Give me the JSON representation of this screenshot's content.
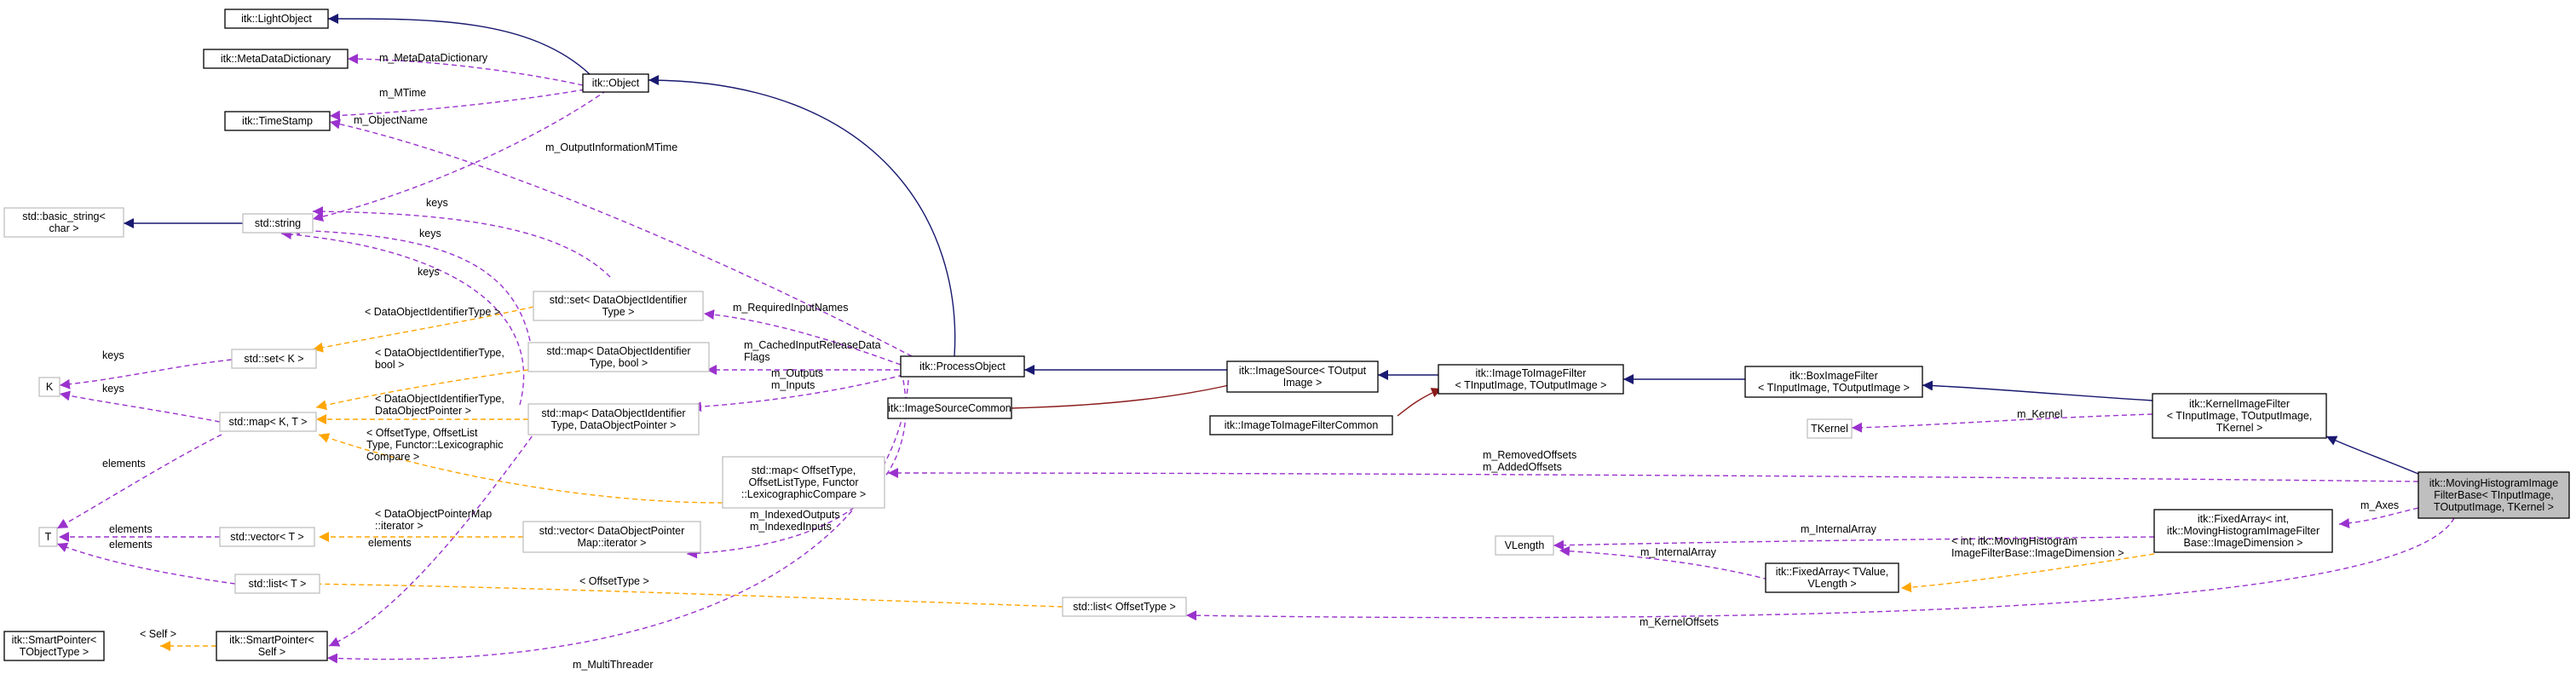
{
  "colors": {
    "inherit": "#191970",
    "usage": "#9a32cd",
    "template": "#ffa500",
    "private": "#8b1a1a",
    "node_border_solid": "#000000",
    "node_border_light": "#bfbfbf",
    "focus_fill": "#bfbfbf"
  },
  "nodes": [
    {
      "id": "lightobject",
      "lines": [
        "itk::LightObject"
      ],
      "style": "solid"
    },
    {
      "id": "metadatadict",
      "lines": [
        "itk::MetaDataDictionary"
      ],
      "style": "solid"
    },
    {
      "id": "object",
      "lines": [
        "itk::Object"
      ],
      "style": "solid"
    },
    {
      "id": "timestamp",
      "lines": [
        "itk::TimeStamp"
      ],
      "style": "solid"
    },
    {
      "id": "basicstring",
      "lines": [
        "std::basic_string<",
        "char >"
      ],
      "style": "light"
    },
    {
      "id": "string",
      "lines": [
        "std::string"
      ],
      "style": "light"
    },
    {
      "id": "K",
      "lines": [
        "K"
      ],
      "style": "light"
    },
    {
      "id": "setK",
      "lines": [
        "std::set< K >"
      ],
      "style": "light"
    },
    {
      "id": "mapKT",
      "lines": [
        "std::map< K, T >"
      ],
      "style": "light"
    },
    {
      "id": "T",
      "lines": [
        "T"
      ],
      "style": "light"
    },
    {
      "id": "vectorT",
      "lines": [
        "std::vector< T >"
      ],
      "style": "light"
    },
    {
      "id": "listT",
      "lines": [
        "std::list< T >"
      ],
      "style": "light"
    },
    {
      "id": "spObj",
      "lines": [
        "itk::SmartPointer<",
        "TObjectType >"
      ],
      "style": "solid"
    },
    {
      "id": "spSelf",
      "lines": [
        "itk::SmartPointer<",
        "Self >"
      ],
      "style": "solid"
    },
    {
      "id": "setDOI",
      "lines": [
        "std::set< DataObjectIdentifier",
        "Type >"
      ],
      "style": "light"
    },
    {
      "id": "mapDOIbool",
      "lines": [
        "std::map< DataObjectIdentifier",
        "Type, bool >"
      ],
      "style": "light"
    },
    {
      "id": "mapDOIptr",
      "lines": [
        "std::map< DataObjectIdentifier",
        "Type, DataObjectPointer >"
      ],
      "style": "light"
    },
    {
      "id": "vectorDOP",
      "lines": [
        "std::vector< DataObjectPointer",
        "Map::iterator >"
      ],
      "style": "light"
    },
    {
      "id": "mapOffset",
      "lines": [
        "std::map< OffsetType,",
        "OffsetListType, Functor",
        "::LexicographicCompare >"
      ],
      "style": "light"
    },
    {
      "id": "processobject",
      "lines": [
        "itk::ProcessObject"
      ],
      "style": "solid"
    },
    {
      "id": "imagesourcecommon",
      "lines": [
        "itk::ImageSourceCommon"
      ],
      "style": "solid"
    },
    {
      "id": "imagesource",
      "lines": [
        "itk::ImageSource< TOutput",
        "Image >"
      ],
      "style": "solid"
    },
    {
      "id": "itif",
      "lines": [
        "itk::ImageToImageFilter",
        "< TInputImage, TOutputImage >"
      ],
      "style": "solid"
    },
    {
      "id": "itifcommon",
      "lines": [
        "itk::ImageToImageFilterCommon"
      ],
      "style": "solid"
    },
    {
      "id": "boxfilter",
      "lines": [
        "itk::BoxImageFilter",
        "< TInputImage, TOutputImage >"
      ],
      "style": "solid"
    },
    {
      "id": "tkernel",
      "lines": [
        "TKernel"
      ],
      "style": "light"
    },
    {
      "id": "kernelfilter",
      "lines": [
        "itk::KernelImageFilter",
        "< TInputImage, TOutputImage,",
        "TKernel >"
      ],
      "style": "solid"
    },
    {
      "id": "movinghist",
      "lines": [
        "itk::MovingHistogramImage",
        "FilterBase< TInputImage,",
        "TOutputImage, TKernel >"
      ],
      "style": "focus"
    },
    {
      "id": "fixedarray",
      "lines": [
        "itk::FixedArray< int,",
        "itk::MovingHistogramImageFilter",
        "Base::ImageDimension >"
      ],
      "style": "solid"
    },
    {
      "id": "vlength",
      "lines": [
        "VLength"
      ],
      "style": "light"
    },
    {
      "id": "fixedarrayTV",
      "lines": [
        "itk::FixedArray< TValue,",
        "VLength >"
      ],
      "style": "solid"
    },
    {
      "id": "listOffset",
      "lines": [
        "std::list< OffsetType >"
      ],
      "style": "light"
    }
  ],
  "edge_labels": [
    {
      "id": "lbl_metadict",
      "lines": [
        "m_MetaDataDictionary"
      ]
    },
    {
      "id": "lbl_mtime",
      "lines": [
        "m_MTime"
      ]
    },
    {
      "id": "lbl_objname",
      "lines": [
        "m_ObjectName"
      ]
    },
    {
      "id": "lbl_outinfo",
      "lines": [
        "m_OutputInformationMTime"
      ]
    },
    {
      "id": "lbl_keys1",
      "lines": [
        "keys"
      ]
    },
    {
      "id": "lbl_keys2",
      "lines": [
        "keys"
      ]
    },
    {
      "id": "lbl_keys3",
      "lines": [
        "keys"
      ]
    },
    {
      "id": "lbl_keys4",
      "lines": [
        "keys"
      ]
    },
    {
      "id": "lbl_keys5",
      "lines": [
        "keys"
      ]
    },
    {
      "id": "lbl_doitype",
      "lines": [
        "< DataObjectIdentifierType >"
      ]
    },
    {
      "id": "lbl_doitypebool",
      "lines": [
        "< DataObjectIdentifierType,",
        "bool >"
      ]
    },
    {
      "id": "lbl_doitypeptr",
      "lines": [
        "< DataObjectIdentifierType,",
        "DataObjectPointer >"
      ]
    },
    {
      "id": "lbl_offsettpl",
      "lines": [
        "< OffsetType, OffsetList",
        "Type, Functor::Lexicographic",
        "Compare >"
      ]
    },
    {
      "id": "lbl_elements1",
      "lines": [
        "elements"
      ]
    },
    {
      "id": "lbl_elements2",
      "lines": [
        "elements"
      ]
    },
    {
      "id": "lbl_elements3",
      "lines": [
        "elements"
      ]
    },
    {
      "id": "lbl_elements4",
      "lines": [
        "elements"
      ]
    },
    {
      "id": "lbl_dopmap",
      "lines": [
        "< DataObjectPointerMap",
        "::iterator >"
      ]
    },
    {
      "id": "lbl_self",
      "lines": [
        "< Self >"
      ]
    },
    {
      "id": "lbl_offsettype",
      "lines": [
        "< OffsetType >"
      ]
    },
    {
      "id": "lbl_multithreader",
      "lines": [
        "m_MultiThreader"
      ]
    },
    {
      "id": "lbl_reqinput",
      "lines": [
        "m_RequiredInputNames"
      ]
    },
    {
      "id": "lbl_cached",
      "lines": [
        "m_CachedInputReleaseData",
        "Flags"
      ]
    },
    {
      "id": "lbl_outputs",
      "lines": [
        "m_Outputs",
        "m_Inputs"
      ]
    },
    {
      "id": "lbl_indexed",
      "lines": [
        "m_IndexedOutputs",
        "m_IndexedInputs"
      ]
    },
    {
      "id": "lbl_kernel",
      "lines": [
        "m_Kernel"
      ]
    },
    {
      "id": "lbl_removed",
      "lines": [
        "m_RemovedOffsets",
        "m_AddedOffsets"
      ]
    },
    {
      "id": "lbl_axes",
      "lines": [
        "m_Axes"
      ]
    },
    {
      "id": "lbl_internal1",
      "lines": [
        "m_InternalArray"
      ]
    },
    {
      "id": "lbl_internal2",
      "lines": [
        "m_InternalArray"
      ]
    },
    {
      "id": "lbl_fatpl",
      "lines": [
        "< int, itk::MovingHistogram",
        "ImageFilterBase::ImageDimension >"
      ]
    },
    {
      "id": "lbl_kerneloffsets",
      "lines": [
        "m_KernelOffsets"
      ]
    }
  ]
}
